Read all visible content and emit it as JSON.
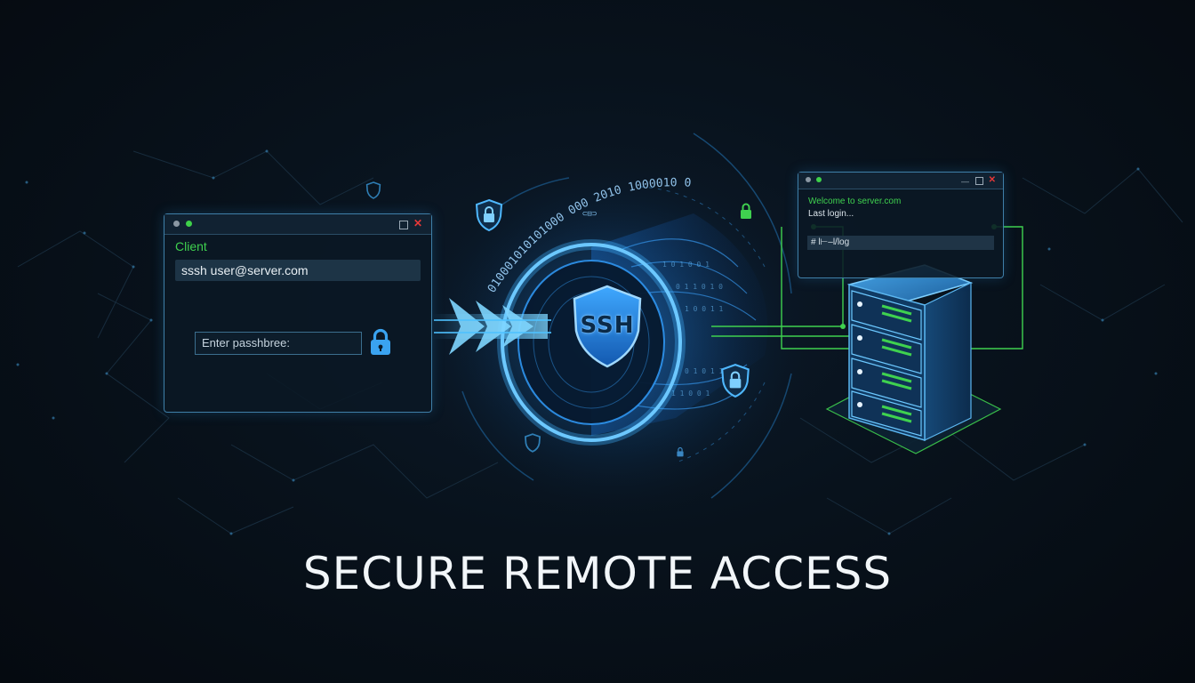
{
  "title": "SECURE REMOTE ACCESS",
  "client_window": {
    "label": "Client",
    "command": "sssh user@server.com",
    "passphrase_placeholder": "Enter passhbree:"
  },
  "tunnel": {
    "label": "SSH",
    "binary_text": "010001010101000 000 2010 1000010 0"
  },
  "server_terminal": {
    "welcome": "Welcome to server.com",
    "last_login": "Last login...",
    "command": "# l⊢–l/log"
  },
  "colors": {
    "background": "#070d14",
    "accent_blue": "#3fb2ff",
    "accent_green": "#3fd14f",
    "close_red": "#e43838"
  }
}
